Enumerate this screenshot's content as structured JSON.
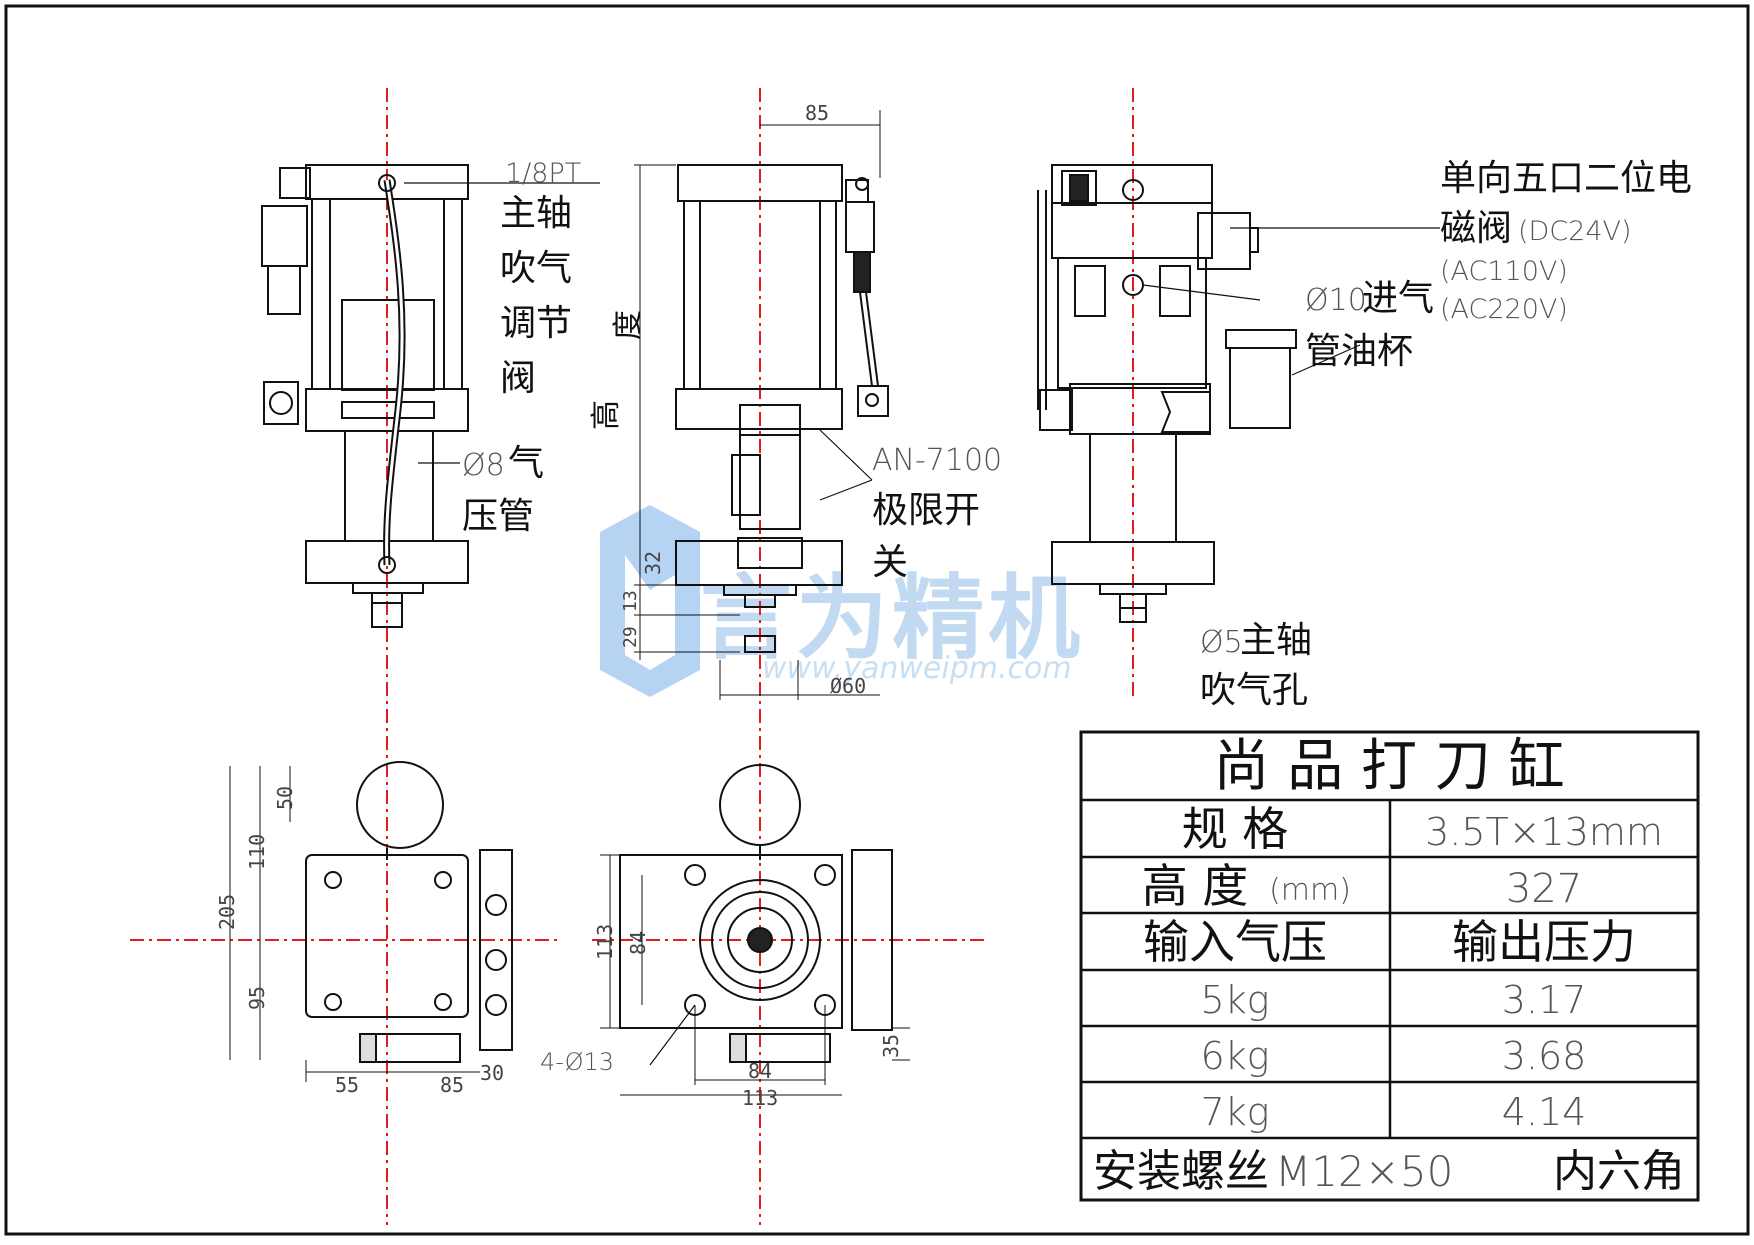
{
  "labels": {
    "pipe_thread": "1/8PT",
    "spindle_blow_valve": [
      "主轴",
      "吹气",
      "调节",
      "阀"
    ],
    "air_pipe_size": "Ø8",
    "air_pipe_text": [
      "气",
      "压管"
    ],
    "height_label": [
      "高",
      "度"
    ],
    "dim_85_top": "85",
    "dim_32": "32",
    "dim_13": "13",
    "dim_29": "29",
    "dim_60": "Ø60",
    "limit_switch_model": "AN-7100",
    "limit_switch_text": [
      "极限开",
      "关"
    ],
    "solenoid_valve": [
      "单向五口二位电",
      "磁阀"
    ],
    "voltages": [
      "(DC24V)",
      "(AC110V)",
      "(AC220V)"
    ],
    "inlet_size": "Ø10",
    "inlet_text": [
      "进气",
      "管油杯"
    ],
    "blow_hole_size": "Ø5",
    "blow_hole_text": [
      "主轴",
      "吹气孔"
    ],
    "dim_50": "50",
    "dim_110": "110",
    "dim_205": "205",
    "dim_95": "95",
    "dim_55": "55",
    "dim_85_bottom": "85",
    "dim_30": "30",
    "dim_113_left": "113",
    "dim_84_left": "84",
    "holes": "4-Ø13",
    "dim_84_bottom": "84",
    "dim_113_bottom": "113",
    "dim_35": "35"
  },
  "watermark": {
    "name": "言为精机",
    "url": "www.yanweipm.com",
    "color": "#4a90d9"
  },
  "spec_table": {
    "title": "尚 品 打 刀 缸",
    "rows": [
      {
        "label": "规 格",
        "value": "3.5T×13mm"
      },
      {
        "label_main": "高 度",
        "label_unit": "(mm)",
        "value": "327"
      }
    ],
    "header": {
      "input": "输入气压",
      "output": "输出压力"
    },
    "pressure": [
      {
        "input": "5kg",
        "output": "3.17"
      },
      {
        "input": "6kg",
        "output": "3.68"
      },
      {
        "input": "7kg",
        "output": "4.14"
      }
    ],
    "footer": {
      "prefix": "安装螺丝",
      "screw": "M12×50",
      "suffix": "内六角"
    }
  },
  "colors": {
    "line": "#111111",
    "center_line": "#e11d1d",
    "dim_text": "#444444"
  }
}
